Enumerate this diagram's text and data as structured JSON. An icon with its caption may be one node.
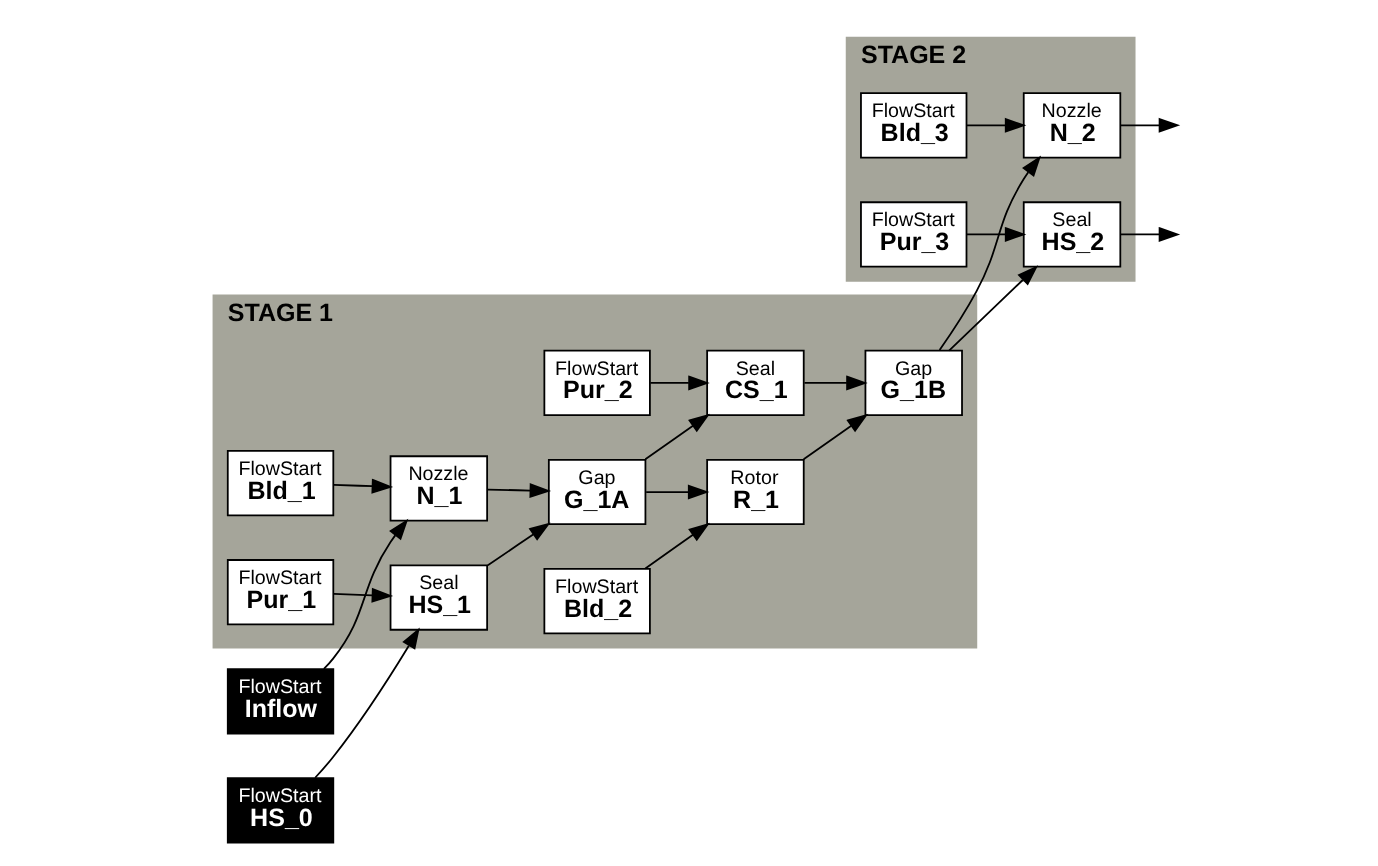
{
  "diagram": {
    "nodes": [
      {
        "text": [
          "STAGE 1"
        ]
      },
      {
        "text": [
          "FlowStart",
          "Pur_2"
        ],
        "in": 0
      },
      {
        "text": [
          "STAGE 2"
        ]
      },
      {
        "text": [
          "FlowStart",
          "Bld_1"
        ],
        "in": 0
      },
      {
        "text": [
          "Seal",
          "CS_1"
        ],
        "in": 0
      },
      {
        "text": [
          "FlowStart",
          "Bld_3"
        ],
        "in": 2
      },
      {
        "text": [
          "FlowStart",
          "Inflow"
        ]
      },
      {
        "text": [
          "Nozzle",
          "N_1"
        ],
        "in": 0
      },
      {
        "text": [
          "Gap",
          "G_1A"
        ],
        "in": 0
      },
      {
        "text": [
          "Rotor",
          "R_1"
        ],
        "in": 0
      },
      {
        "text": [
          "Gap",
          "G_1B"
        ],
        "in": 0
      },
      {
        "text": [
          "Nozzle",
          "N_2"
        ],
        "in": 2
      },
      {
        "text": [
          "FlowStart",
          "HS_0"
        ]
      },
      {
        "text": [
          "Seal",
          "HS_1"
        ],
        "in": 0
      },
      {
        "text": [
          "FlowStart",
          "Bld_2"
        ],
        "in": 0
      },
      {
        "text": [
          "Seal",
          "HS_2"
        ],
        "in": 2
      },
      {
        "text": [
          "FlowStart",
          "Pur_1"
        ],
        "in": 0
      },
      {
        "text": [
          "FlowStart",
          "Pur_3"
        ],
        "in": 2
      }
    ],
    "edges": [
      {
        "from": 6,
        "to": 7,
        "arrow": "to"
      },
      {
        "from": 3,
        "to": 7,
        "arrow": "to"
      },
      {
        "from": 7,
        "to": 8,
        "arrow": "to"
      },
      {
        "from": 12,
        "to": 13,
        "arrow": "to"
      },
      {
        "from": 16,
        "to": 13,
        "arrow": "to"
      },
      {
        "from": 13,
        "to": 8,
        "arrow": "to"
      },
      {
        "from": 8,
        "to": 4,
        "arrow": "to"
      },
      {
        "from": 1,
        "to": 4,
        "arrow": "to"
      },
      {
        "from": 8,
        "to": 9,
        "arrow": "to"
      },
      {
        "from": 14,
        "to": 9,
        "arrow": "to"
      },
      {
        "from": 4,
        "to": 10,
        "arrow": "to"
      },
      {
        "from": 9,
        "to": 10,
        "arrow": "to"
      },
      {
        "from": 10,
        "to": 11,
        "arrow": "to"
      },
      {
        "from": 10,
        "to": 15,
        "arrow": "to"
      },
      {
        "from": 5,
        "to": 11,
        "arrow": "to"
      },
      {
        "from": 17,
        "to": 15,
        "arrow": "to"
      },
      {
        "from": 11,
        "to": null,
        "arrow": "to"
      },
      {
        "from": 15,
        "to": null,
        "arrow": "to"
      }
    ]
  }
}
